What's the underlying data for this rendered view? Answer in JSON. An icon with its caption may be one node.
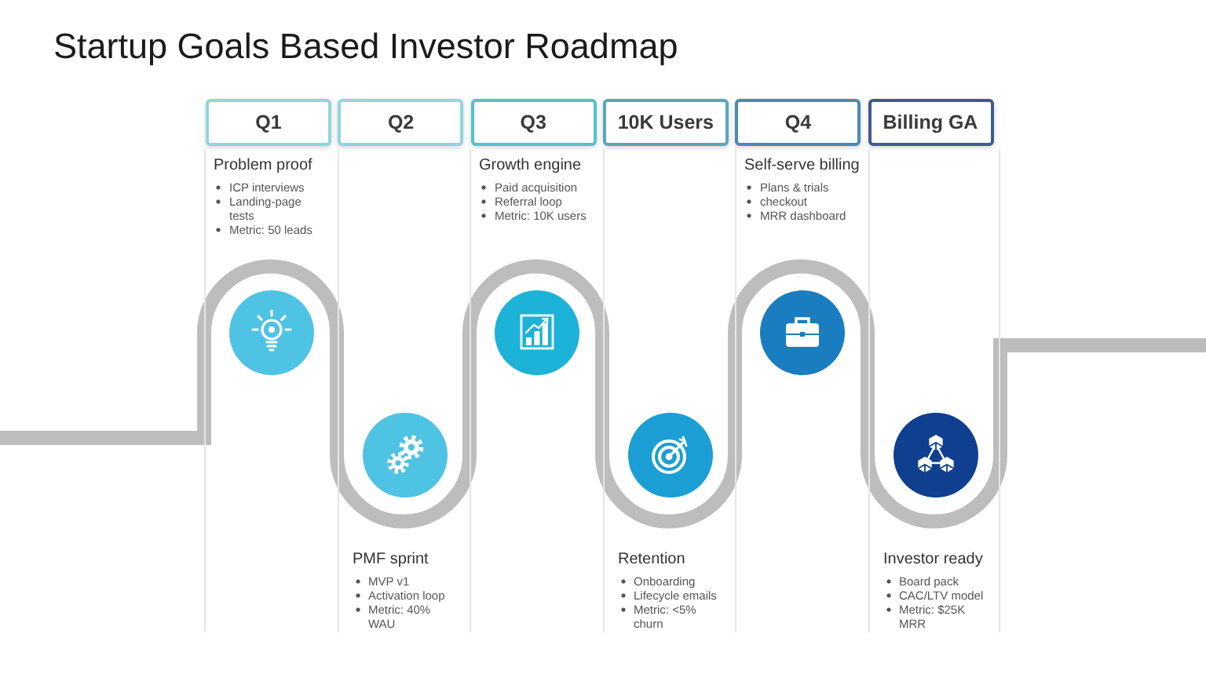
{
  "diagram": {
    "title": "Startup Goals Based Investor Roadmap",
    "nodes": [
      {
        "text": [
          "Q1"
        ]
      },
      {
        "text": [
          "Q2"
        ]
      },
      {
        "text": [
          "Q3"
        ]
      },
      {
        "text": [
          "10K Users"
        ]
      },
      {
        "text": [
          "Q4"
        ]
      },
      {
        "text": [
          "Billing GA"
        ]
      },
      {
        "text": [
          "Problem proof",
          "ICP interviews",
          "Landing-page tests",
          "Metric: 50 leads"
        ]
      },
      {
        "text": [
          "PMF sprint",
          "MVP v1",
          "Activation loop",
          "Metric: 40% WAU"
        ]
      },
      {
        "text": [
          "Growth engine",
          "Paid acquisition",
          "Referral loop",
          "Metric: 10K users"
        ]
      },
      {
        "text": [
          "Retention",
          "Onboarding",
          "Lifecycle emails",
          "Metric: <5% churn"
        ]
      },
      {
        "text": [
          "Self-serve billing",
          "Plans & trials",
          "checkout",
          "MRR dashboard"
        ]
      },
      {
        "text": [
          "Investor ready",
          "Board pack",
          "CAC/LTV model",
          "Metric: $25K MRR"
        ]
      }
    ]
  }
}
